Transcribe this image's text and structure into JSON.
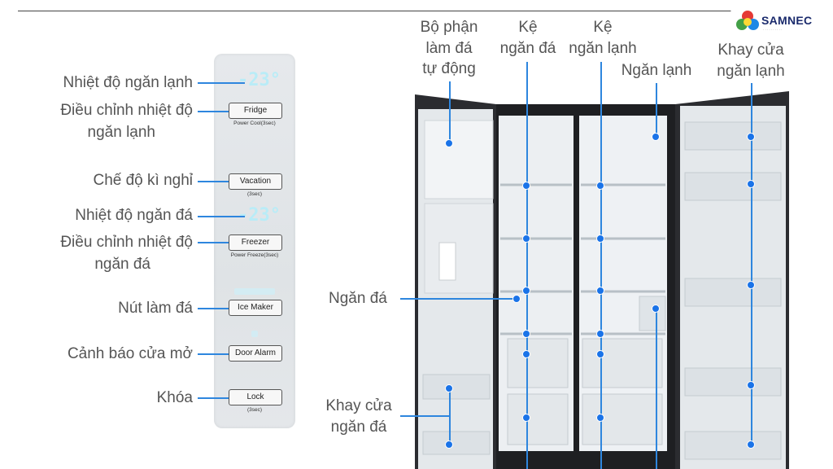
{
  "logo": {
    "name": "SAMNEC"
  },
  "panel": {
    "display_top": "-23°",
    "display_mid": "-23°",
    "buttons": [
      {
        "label": "Fridge",
        "sub": "Power Cool(3sec)"
      },
      {
        "label": "Vacation",
        "sub": "(3sec)"
      },
      {
        "label": "Freezer",
        "sub": "Power Freeze(3sec)"
      },
      {
        "label": "Ice Maker",
        "sub": ""
      },
      {
        "label": "Door Alarm",
        "sub": ""
      },
      {
        "label": "Lock",
        "sub": "(3sec)"
      }
    ]
  },
  "left_labels": {
    "fridge_temp": "Nhiệt độ ngăn lạnh",
    "fridge_adjust_1": "Điều chỉnh nhiệt độ",
    "fridge_adjust_2": "ngăn lạnh",
    "vacation": "Chế độ kì nghỉ",
    "freezer_temp": "Nhiệt độ ngăn đá",
    "freezer_adjust_1": "Điều chỉnh nhiệt độ",
    "freezer_adjust_2": "ngăn đá",
    "ice_maker_button": "Nút làm đá",
    "door_alarm": "Cảnh báo cửa mở",
    "lock": "Khóa"
  },
  "top_labels": {
    "ice_maker_1": "Bộ phận",
    "ice_maker_2": "làm đá",
    "ice_maker_3": "tự động",
    "freezer_shelf_1": "Kệ",
    "freezer_shelf_2": "ngăn đá",
    "fridge_shelf_1": "Kệ",
    "fridge_shelf_2": "ngăn lạnh",
    "fridge_compartment": "Ngăn lạnh",
    "fridge_door_tray_1": "Khay cửa",
    "fridge_door_tray_2": "ngăn lạnh"
  },
  "side_labels": {
    "freezer_compartment": "Ngăn đá",
    "freezer_door_tray_1": "Khay cửa",
    "freezer_door_tray_2": "ngăn đá"
  },
  "colors": {
    "accent": "#2e86de",
    "label": "#555555",
    "fridge_body": "#1e1f22"
  }
}
